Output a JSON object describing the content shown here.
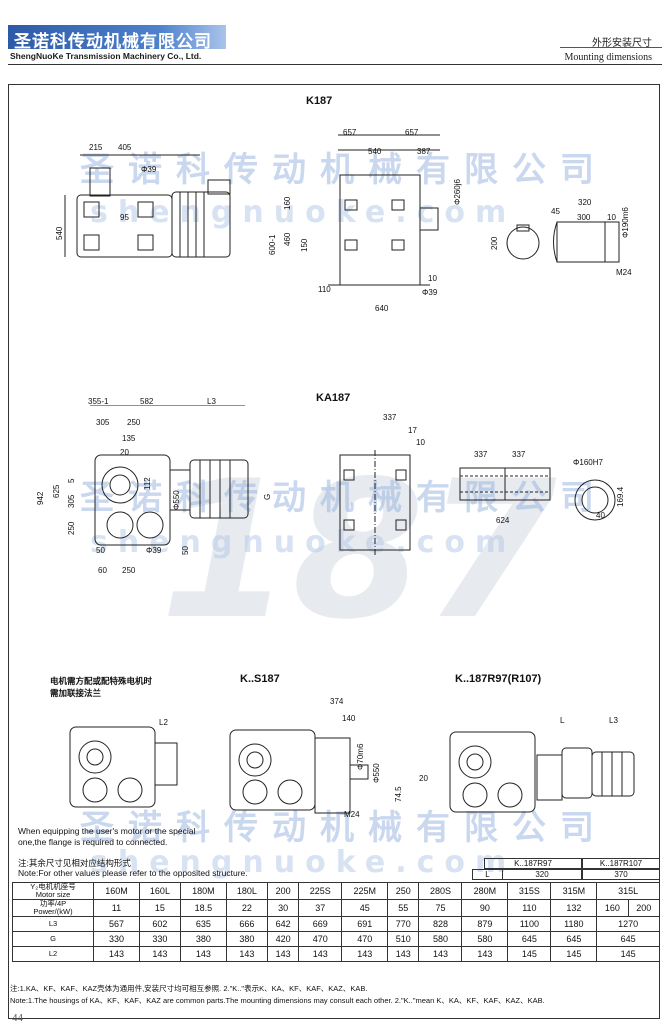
{
  "header": {
    "company_cn": "圣诺科传动机械有限公司",
    "company_en": "ShengNuoKe Transmission Machinery Co., Ltd.",
    "section_cn": "外形安装尺寸",
    "section_en": "Mounting dimensions"
  },
  "watermark": {
    "cn": "圣诺科传动机械有限公司",
    "en": "shengnuoke.com",
    "big": "187"
  },
  "k187": {
    "title": "K187",
    "dims": [
      "215",
      "405",
      "Φ39",
      "95",
      "540",
      "657",
      "657",
      "540",
      "387",
      "160",
      "460",
      "150",
      "600-1",
      "Φ260j6",
      "110",
      "10",
      "Φ39",
      "640",
      "45",
      "320",
      "300",
      "10",
      "Φ190m6",
      "200",
      "M24"
    ]
  },
  "ka187": {
    "title": "KA187",
    "dims": [
      "355-1",
      "582",
      "L3",
      "305",
      "250",
      "135",
      "20",
      "942",
      "625",
      "5",
      "305",
      "250",
      "112",
      "Φ550",
      "G",
      "50",
      "Φ39",
      "50",
      "60",
      "250",
      "337",
      "17",
      "10",
      "337",
      "337",
      "624",
      "Φ160H7",
      "169.4",
      "40"
    ]
  },
  "lower": {
    "note_cn": [
      "电机需方配或配特殊电机时",
      "需加联接法兰"
    ],
    "note_en": [
      "When equipping the user's motor or the special",
      "one,the flange is required to connected."
    ],
    "ks187_title": "K..S187",
    "kr_title": "K..187R97(R107)",
    "ks_dims": [
      "374",
      "140",
      "Φ70m6",
      "Φ550",
      "M24",
      "74.5",
      "20"
    ],
    "kr_dims": [
      "L",
      "L3"
    ],
    "lhs_dims": [
      "L2"
    ]
  },
  "table": {
    "note_cn": "注:其余尺寸见相对应结构形式",
    "note_en": "Note:For other values please refer to the opposited structure.",
    "sub_header": {
      "label": "L",
      "r97": "K..187R97",
      "r107": "K..187R107",
      "r97_val": "320",
      "r107_val": "370"
    },
    "row_labels": {
      "motor_cn": "Y₂电机机座号",
      "motor_en": "Motor size",
      "power_cn": "功率/4P",
      "power_en": "Power/(kW)",
      "l3": "L3",
      "g": "G",
      "l2": "L2"
    },
    "motor_sizes": [
      "160M",
      "160L",
      "180M",
      "180L",
      "200",
      "225S",
      "225M",
      "250",
      "280S",
      "280M",
      "315S",
      "315M",
      "315L"
    ],
    "power": [
      "11",
      "15",
      "18.5",
      "22",
      "30",
      "37",
      "45",
      "55",
      "75",
      "90",
      "110",
      "132",
      "160",
      "200"
    ],
    "l3": [
      "567",
      "602",
      "635",
      "666",
      "642",
      "669",
      "691",
      "770",
      "828",
      "879",
      "1100",
      "1180",
      "1270"
    ],
    "g": [
      "330",
      "330",
      "380",
      "380",
      "420",
      "470",
      "470",
      "510",
      "580",
      "580",
      "645",
      "645",
      "645"
    ],
    "l2": [
      "143",
      "143",
      "143",
      "143",
      "143",
      "143",
      "143",
      "143",
      "143",
      "143",
      "145",
      "145",
      "145"
    ]
  },
  "footer": {
    "note_cn": "注:1.KA、KF、KAF、KAZ壳体为通用件,安装尺寸均可相互参照.   2.\"K..\"表示K、KA、KF、KAF、KAZ、KAB.",
    "note_en": "Note:1.The housings of KA、KF、KAF、KAZ are common parts.The mounting dimensions may consult each other. 2.\"K..\"mean K、KA、KF、KAF、KAZ、KAB.",
    "page": "44"
  }
}
